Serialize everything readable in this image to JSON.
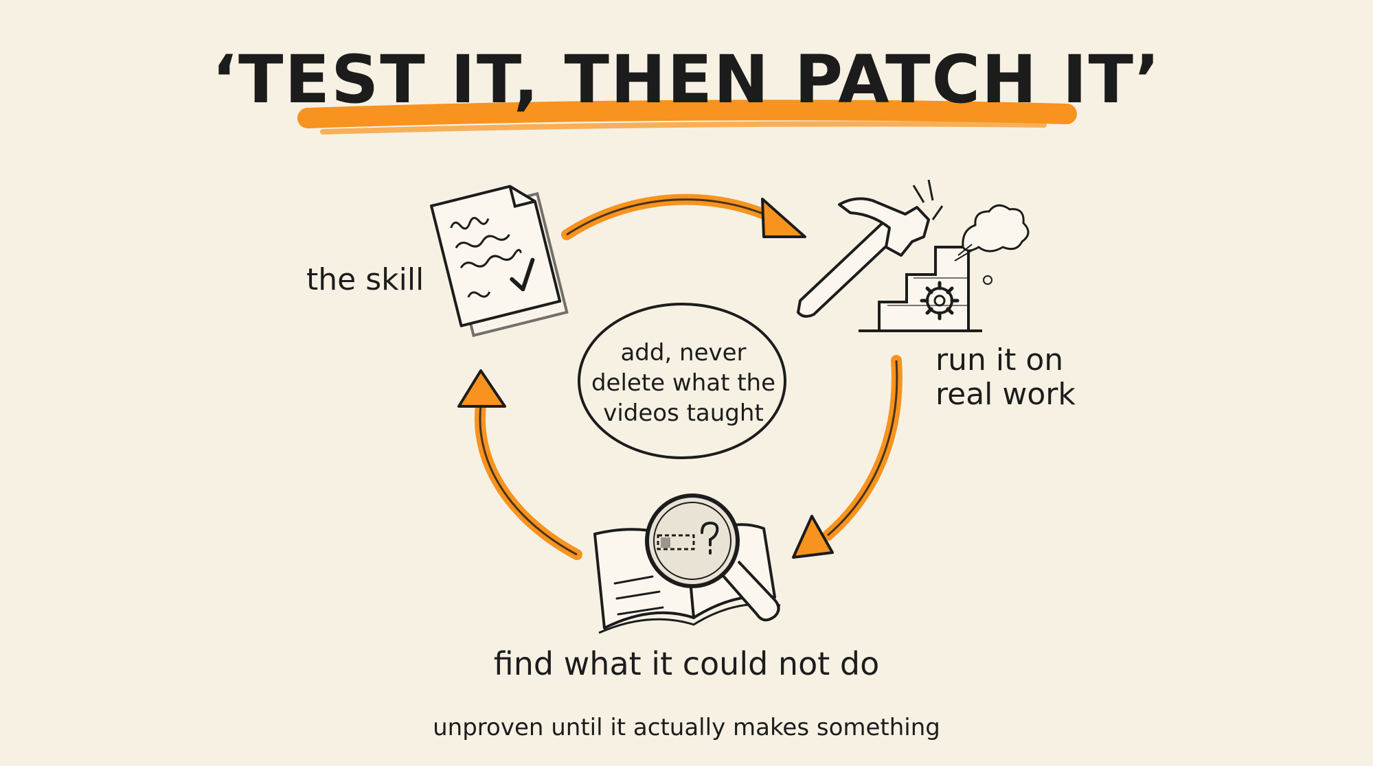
{
  "title": "‘TEST IT, THEN PATCH IT’",
  "nodes": {
    "skill": {
      "label": "the skill",
      "icon": "document-checklist-icon"
    },
    "run": {
      "label_line1": "run it on",
      "label_line2": "real work",
      "icon": "hammer-gear-icon"
    },
    "find": {
      "label": "find what it could not do",
      "icon": "book-magnifier-icon"
    }
  },
  "center_note": "add, never delete what the videos taught",
  "footer": "unproven until it actually makes something",
  "colors": {
    "background": "#f7f1e4",
    "accent": "#f7931e",
    "ink": "#1c1c1c"
  }
}
